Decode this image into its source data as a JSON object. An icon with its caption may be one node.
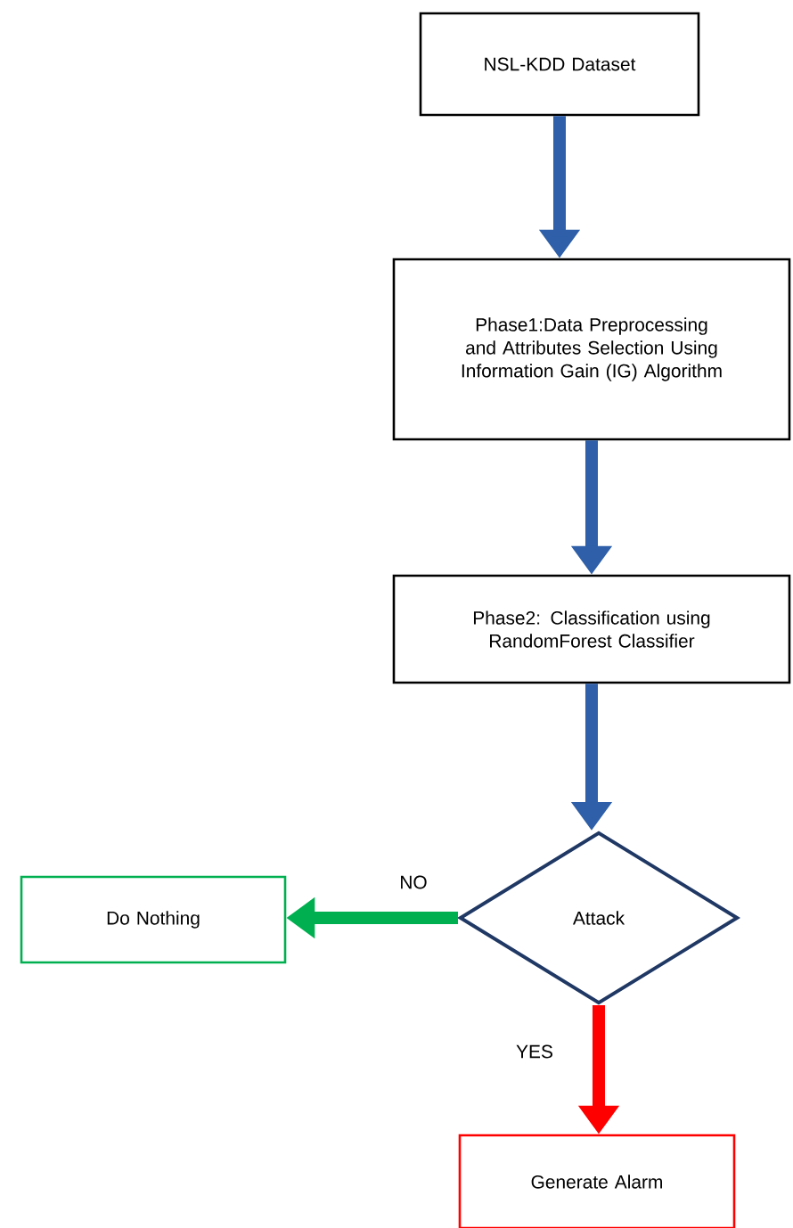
{
  "diagram": {
    "nodes": [
      {
        "text": [
          "NSL-KDD Dataset"
        ]
      },
      {
        "text": [
          "Phase1:Data Preprocessing and Attributes Selection Using Information Gain (IG) Algorithm"
        ]
      },
      {
        "text": [
          "Phase2: Classification using RandomForest Classifier"
        ]
      },
      {
        "text": [
          "Attack"
        ]
      },
      {
        "text": [
          "Do Nothing"
        ]
      },
      {
        "text": [
          "Generate Alarm"
        ]
      }
    ],
    "edges": [
      {
        "from": 0,
        "to": 1,
        "arrow": "to",
        "color": "#2e5fa8"
      },
      {
        "from": 1,
        "to": 2,
        "arrow": "to",
        "color": "#2e5fa8"
      },
      {
        "from": 2,
        "to": 3,
        "arrow": "to",
        "color": "#2e5fa8"
      },
      {
        "from": 3,
        "to": 4,
        "arrow": "to",
        "label": "NO",
        "color": "#00b050"
      },
      {
        "from": 3,
        "to": 5,
        "arrow": "to",
        "label": "YES",
        "color": "#ff0000"
      }
    ]
  }
}
